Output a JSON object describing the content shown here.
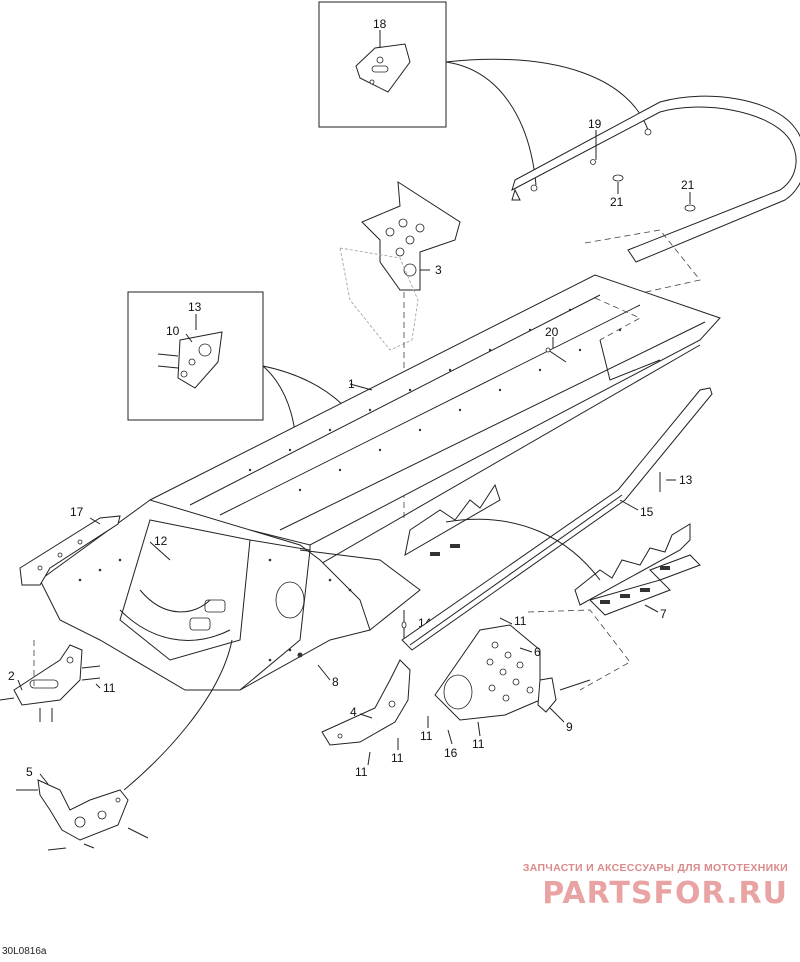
{
  "callouts": {
    "c1": "1",
    "c2": "2",
    "c3": "3",
    "c4": "4",
    "c5": "5",
    "c6": "6",
    "c7": "7",
    "c8": "8",
    "c9": "9",
    "c10": "10",
    "c11a": "11",
    "c11b": "11",
    "c11c": "11",
    "c11d": "11",
    "c11e": "11",
    "c11f": "11",
    "c12": "12",
    "c13a": "13",
    "c13b": "13",
    "c14": "14",
    "c15": "15",
    "c16": "16",
    "c17": "17",
    "c18": "18",
    "c19": "19",
    "c20": "20",
    "c21a": "21",
    "c21b": "21"
  },
  "watermark": {
    "subtitle": "ЗАПЧАСТИ И АКСЕССУАРЫ ДЛЯ МОТОТЕХНИКИ",
    "brand": "PARTSFOR.RU"
  },
  "figure_code": "30L0816a"
}
